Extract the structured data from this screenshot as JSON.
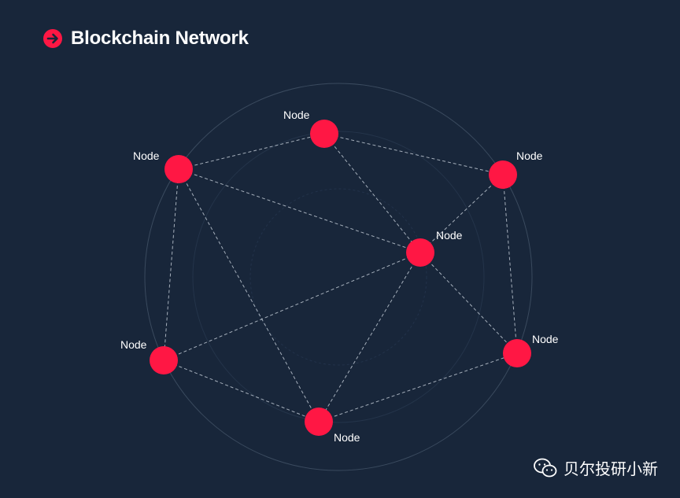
{
  "header": {
    "title": "Blockchain Network",
    "logo_icon": "arrow-right-circle-icon"
  },
  "colors": {
    "background": "#18263a",
    "node": "#ff1744",
    "edge": "#c9d2dc",
    "ring": "#3a4a5e",
    "text": "#ffffff"
  },
  "network": {
    "nodes": [
      {
        "id": "n-top",
        "label": "Node"
      },
      {
        "id": "n-top-left",
        "label": "Node"
      },
      {
        "id": "n-top-right",
        "label": "Node"
      },
      {
        "id": "n-center",
        "label": "Node"
      },
      {
        "id": "n-left",
        "label": "Node"
      },
      {
        "id": "n-right",
        "label": "Node"
      },
      {
        "id": "n-bottom",
        "label": "Node"
      }
    ],
    "edges": [
      [
        "n-top-left",
        "n-top"
      ],
      [
        "n-top",
        "n-top-right"
      ],
      [
        "n-top-left",
        "n-center"
      ],
      [
        "n-top",
        "n-center"
      ],
      [
        "n-top-right",
        "n-center"
      ],
      [
        "n-top-left",
        "n-left"
      ],
      [
        "n-top-left",
        "n-bottom"
      ],
      [
        "n-top-right",
        "n-right"
      ],
      [
        "n-center",
        "n-right"
      ],
      [
        "n-center",
        "n-left"
      ],
      [
        "n-center",
        "n-bottom"
      ],
      [
        "n-left",
        "n-bottom"
      ],
      [
        "n-bottom",
        "n-right"
      ]
    ]
  },
  "watermark": {
    "text": "贝尔投研小新",
    "icon": "wechat-icon"
  }
}
